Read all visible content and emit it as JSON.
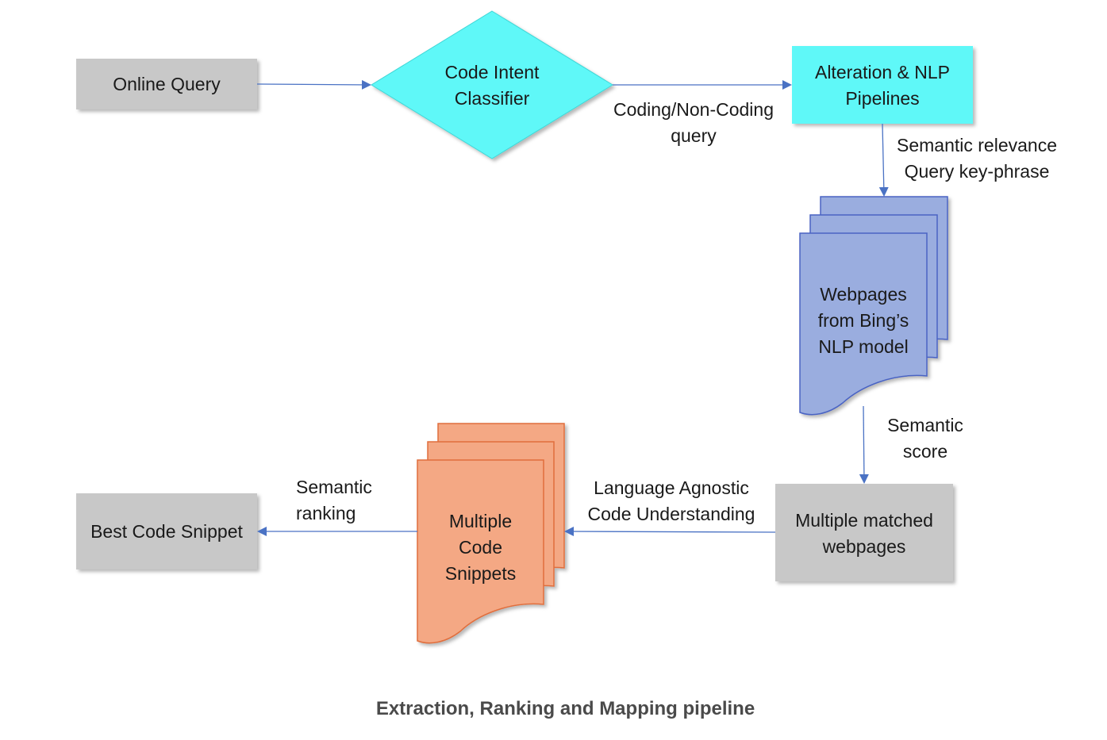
{
  "nodes": {
    "online_query": "Online Query",
    "classifier": [
      "Code Intent",
      "Classifier"
    ],
    "alteration": [
      "Alteration & NLP",
      "Pipelines"
    ],
    "webpages": [
      "Webpages",
      "from Bing’s",
      "NLP model"
    ],
    "matched": [
      "Multiple matched",
      "webpages"
    ],
    "snippets": [
      "Multiple",
      "Code",
      "Snippets"
    ],
    "best": "Best Code Snippet"
  },
  "edges": {
    "coding_query": [
      "Coding/Non-Coding",
      "query"
    ],
    "semantic_relevance": [
      "Semantic relevance",
      "Query key-phrase"
    ],
    "semantic_score": [
      "Semantic",
      "score"
    ],
    "language_agnostic": [
      "Language Agnostic",
      "Code Understanding"
    ],
    "semantic_ranking": [
      "Semantic",
      "ranking"
    ]
  },
  "caption": "Extraction, Ranking and Mapping pipeline",
  "colors": {
    "gray_box": "#c8c8c8",
    "cyan": "#5ff8f8",
    "blue_doc": "#9aaddf",
    "blue_doc_stroke": "#4a63c3",
    "orange_doc": "#f4a884",
    "orange_doc_stroke": "#e06e3c",
    "arrow": "#4a72c4"
  }
}
